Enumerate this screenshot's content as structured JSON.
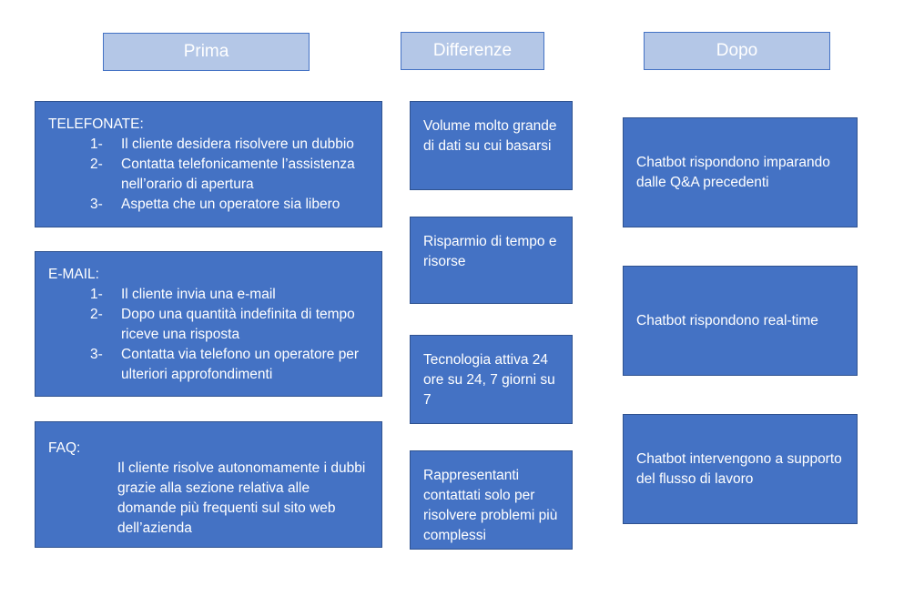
{
  "headers": {
    "prima": "Prima",
    "differenze": "Differenze",
    "dopo": "Dopo"
  },
  "prima": {
    "telefonate": {
      "title": "TELEFONATE:",
      "items": [
        {
          "num": "1-",
          "text": "Il cliente desidera risolvere un dubbio"
        },
        {
          "num": "2-",
          "text": "Contatta telefonicamente l’assistenza nell’orario di apertura"
        },
        {
          "num": "3-",
          "text": "Aspetta che un operatore sia libero"
        }
      ]
    },
    "email": {
      "title": "E-MAIL:",
      "items": [
        {
          "num": "1-",
          "text": "Il cliente invia una e-mail"
        },
        {
          "num": "2-",
          "text": "Dopo una quantità indefinita di tempo riceve una risposta"
        },
        {
          "num": "3-",
          "text": "Contatta via telefono un operatore per ulteriori approfondimenti"
        }
      ]
    },
    "faq": {
      "title": "FAQ:",
      "text": "Il cliente risolve autonomamente i dubbi grazie alla sezione relativa alle domande più frequenti sul sito web dell’azienda"
    }
  },
  "differenze": [
    "Volume molto grande di dati su cui basarsi",
    "Risparmio di tempo e risorse",
    "Tecnologia attiva 24 ore su 24, 7 giorni su 7",
    "Rappresentanti contattati solo per risolvere problemi più complessi"
  ],
  "dopo": [
    "Chatbot rispondono imparando dalle Q&A precedenti",
    "Chatbot rispondono real-time",
    "Chatbot intervengono a supporto del flusso di lavoro"
  ],
  "colors": {
    "box_fill": "#4472c4",
    "header_fill": "#b4c7e7",
    "text": "#ffffff"
  }
}
